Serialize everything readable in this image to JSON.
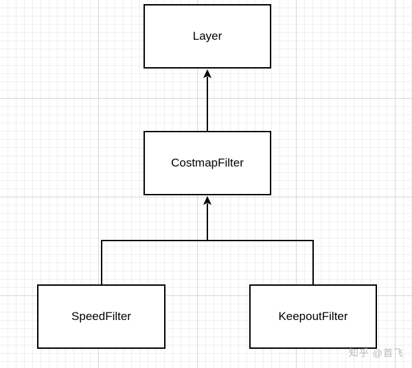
{
  "diagram": {
    "nodes": {
      "layer": "Layer",
      "costmap_filter": "CostmapFilter",
      "speed_filter": "SpeedFilter",
      "keepout_filter": "KeepoutFilter"
    },
    "edges": [
      {
        "from": "costmap_filter",
        "to": "layer",
        "type": "inheritance"
      },
      {
        "from": "speed_filter",
        "to": "costmap_filter",
        "type": "inheritance"
      },
      {
        "from": "keepout_filter",
        "to": "costmap_filter",
        "type": "inheritance"
      }
    ]
  },
  "watermark": "知乎 @首飞",
  "colors": {
    "stroke": "#000000",
    "grid": "#d6d6d6",
    "watermark": "#b9b9b9"
  }
}
